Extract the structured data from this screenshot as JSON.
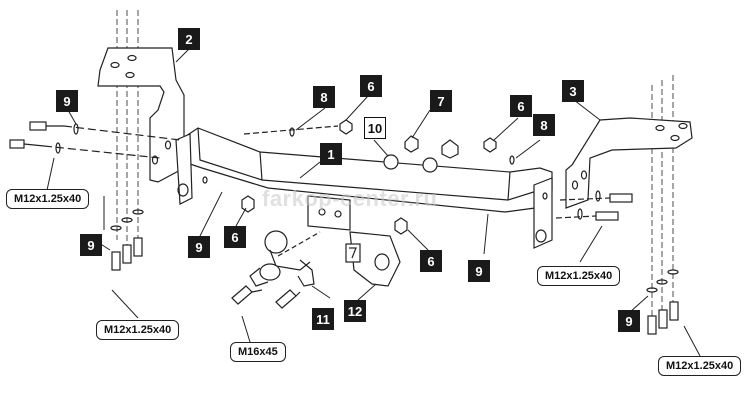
{
  "watermark": "farkop-center.ru",
  "callouts": {
    "m12_top_left": "M12x1.25x40",
    "m12_mid_left": "M12x1.25x40",
    "m12_right": "M12x1.25x40",
    "m12_bottom_right": "M12x1.25x40",
    "m16": "M16x45"
  },
  "parts": {
    "p1": "1",
    "p2": "2",
    "p3": "3",
    "p6a": "6",
    "p6b": "6",
    "p6c": "6",
    "p6d": "6",
    "p7": "7",
    "p8a": "8",
    "p8b": "8",
    "p9a": "9",
    "p9b": "9",
    "p9c": "9",
    "p9d": "9",
    "p10": "10",
    "p11": "11",
    "p12": "12"
  }
}
